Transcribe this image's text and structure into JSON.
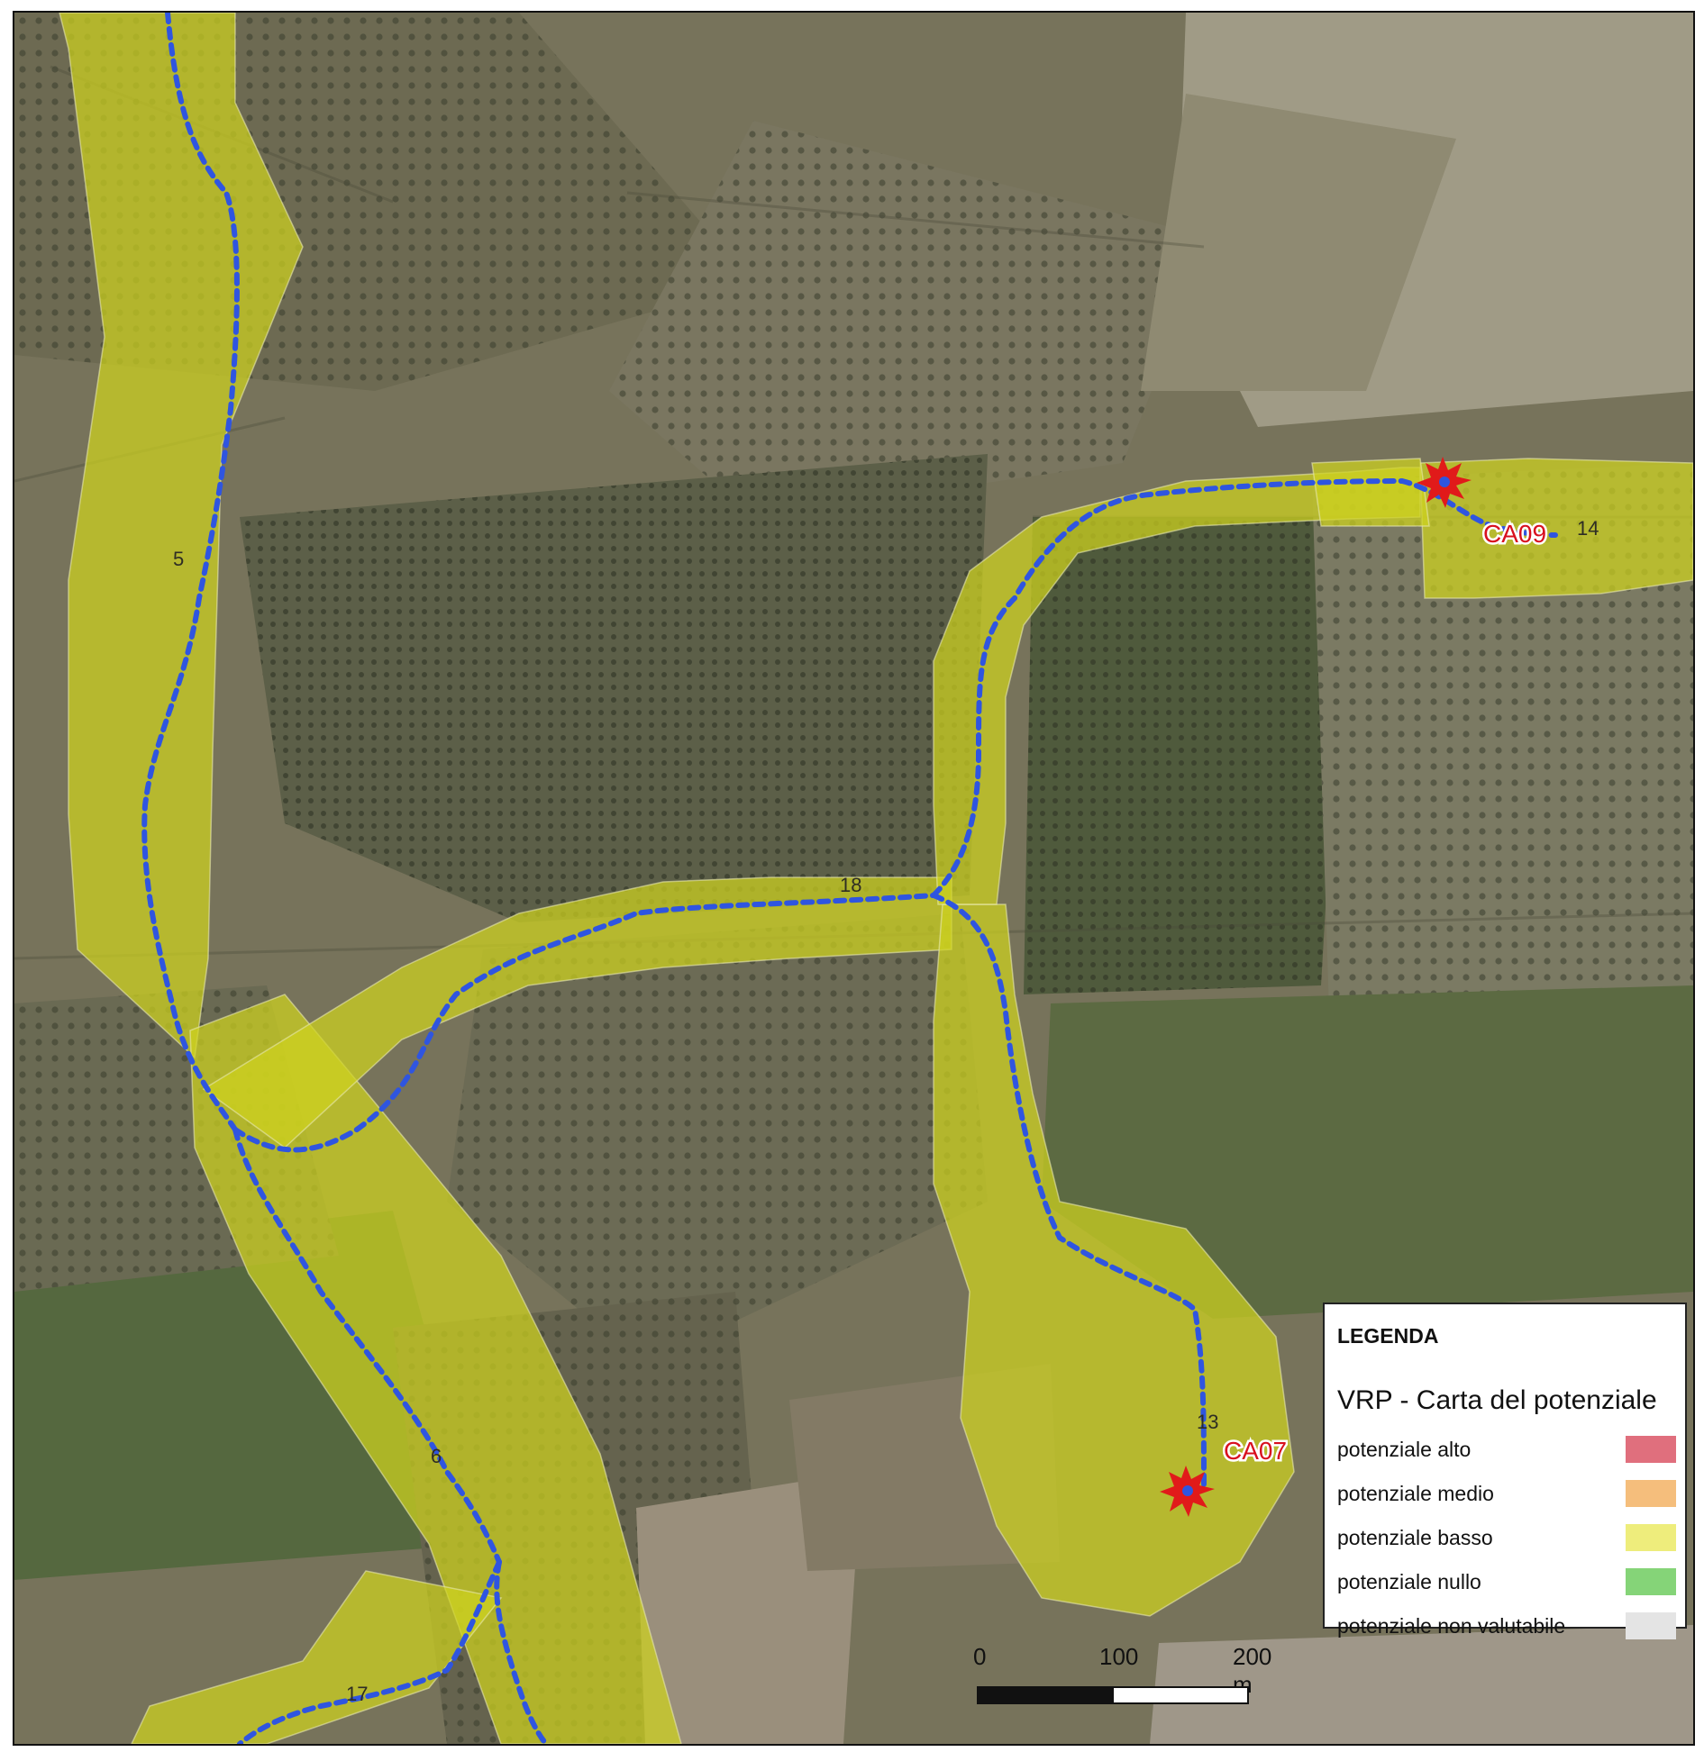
{
  "map": {
    "segment_labels": [
      "5",
      "6",
      "17",
      "18",
      "13",
      "14"
    ],
    "sites": [
      "CA09",
      "CA07"
    ]
  },
  "legend": {
    "title": "LEGENDA",
    "subtitle": "VRP - Carta del potenziale",
    "items": [
      {
        "label": "potenziale alto",
        "color": "#e06f7d"
      },
      {
        "label": "potenziale medio",
        "color": "#f5be7c"
      },
      {
        "label": "potenziale basso",
        "color": "#eeed7c"
      },
      {
        "label": "potenziale nullo",
        "color": "#85d478"
      },
      {
        "label": "potenziale non valutabile",
        "color": "#e4e4e4"
      }
    ]
  },
  "scale_bar": {
    "labels": [
      "0",
      "100",
      "200 m"
    ]
  },
  "colors": {
    "buffer": "#cfd21f",
    "route": "#2f55e0",
    "site_marker": "#e11a1a",
    "site_label": "#d8101e"
  }
}
